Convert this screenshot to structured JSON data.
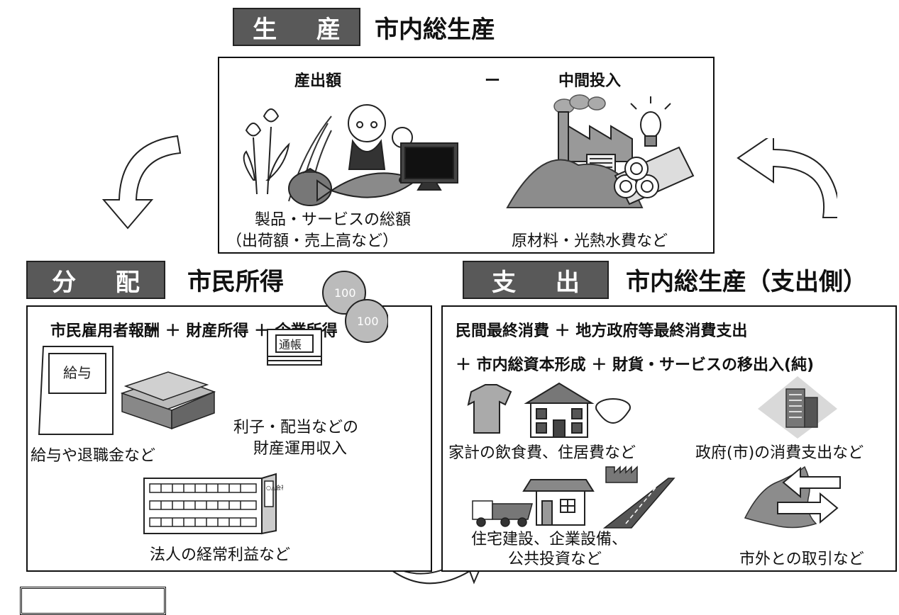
{
  "production": {
    "tag": "生 産",
    "heading": "市内総生産",
    "output_label": "産出額",
    "minus": "ー",
    "input_label": "中間投入",
    "output_caption_1": "製品・サービスの総額",
    "output_caption_2": "（出荷額・売上高など）",
    "input_caption": "原材料・光熱水費など"
  },
  "distribution": {
    "tag": "分 配",
    "heading": "市民所得",
    "formula": "市民雇用者報酬 ＋ 財産所得 ＋ 企業所得",
    "salary_caption": "給与や退職金など",
    "interest_caption_1": "利子・配当などの",
    "interest_caption_2": "財産運用収入",
    "profit_caption": "法人の経常利益など",
    "pay_envelope_text": "給与",
    "passbook_text": "通帳",
    "coin_text": "100",
    "company_sign": "○△会社"
  },
  "expenditure": {
    "tag": "支 出",
    "heading": "市内総生産（支出側）",
    "formula_1": "民間最終消費 ＋ 地方政府等最終消費支出",
    "formula_2": "＋ 市内総資本形成 ＋ 財貨・サービスの移出入(純)",
    "household_caption": "家計の飲食費、住居費など",
    "government_caption": "政府(市)の消費支出など",
    "capital_caption_1": "住宅建設、企業設備、",
    "capital_caption_2": "公共投資など",
    "trade_caption": "市外との取引など"
  }
}
